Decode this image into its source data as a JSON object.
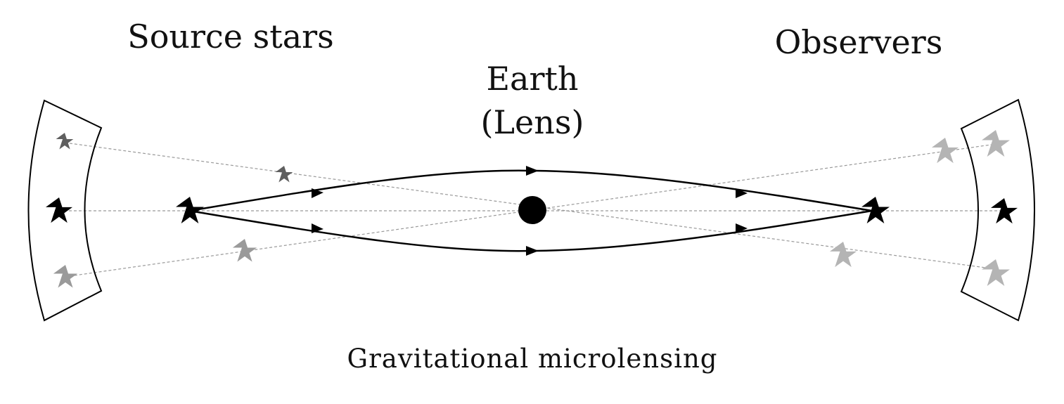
{
  "labels": {
    "source_stars": "Source stars",
    "observers": "Observers",
    "earth": "Earth",
    "lens": "(Lens)",
    "caption": "Gravitational microlensing"
  },
  "colors": {
    "black": "#000000",
    "dark_gray": "#5f5f5f",
    "mid_gray": "#9a9a9a",
    "light_gray": "#b4b4b4",
    "dashed_line": "#999999",
    "lens": "#000000"
  },
  "icons": {
    "star": "five-point-star-icon",
    "lens": "filled-circle-lens-icon"
  }
}
